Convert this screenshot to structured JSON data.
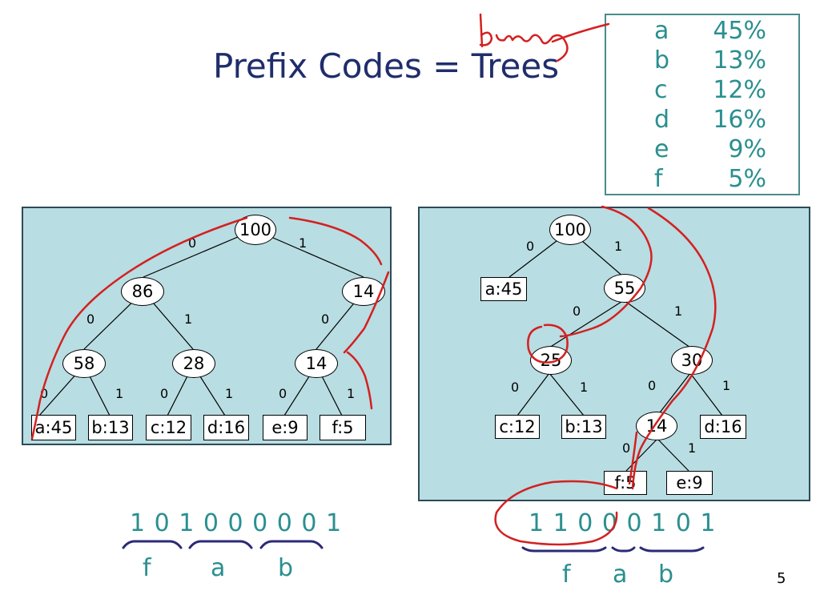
{
  "slide": {
    "title": "Prefix Codes = Trees",
    "annotation": "binary",
    "page_number": "5"
  },
  "frequencies": [
    {
      "letter": "a",
      "value": "45%"
    },
    {
      "letter": "b",
      "value": "13%"
    },
    {
      "letter": "c",
      "value": "12%"
    },
    {
      "letter": "d",
      "value": "16%"
    },
    {
      "letter": "e",
      "value": "9%"
    },
    {
      "letter": "f",
      "value": "5%"
    }
  ],
  "left_tree": {
    "nodes": [
      "100",
      "86",
      "14",
      "58",
      "28",
      "14"
    ],
    "leaves": [
      "a:45",
      "b:13",
      "c:12",
      "d:16",
      "e:9",
      "f:5"
    ],
    "edge_labels": [
      "0",
      "1",
      "0",
      "1",
      "0",
      "0",
      "1",
      "0",
      "1",
      "0",
      "1"
    ],
    "code": "1 0 1 0 0 0 0 0 1",
    "decoded": [
      "f",
      "a",
      "b"
    ]
  },
  "right_tree": {
    "nodes": [
      "100",
      "55",
      "25",
      "30",
      "14"
    ],
    "leaves": [
      "a:45",
      "c:12",
      "b:13",
      "d:16",
      "f:5",
      "e:9"
    ],
    "edge_labels": [
      "0",
      "1",
      "0",
      "1",
      "0",
      "1",
      "0",
      "1",
      "0",
      "1"
    ],
    "code": "1 1 0 0 0 1 0 1",
    "decoded": [
      "f",
      "a",
      "b"
    ]
  },
  "colors": {
    "panel_bg": "#b8dde2",
    "text_teal": "#2b8f8f",
    "title_navy": "#1f2d6b",
    "brace_navy": "#2b2a78",
    "ink_red": "#d42020"
  }
}
